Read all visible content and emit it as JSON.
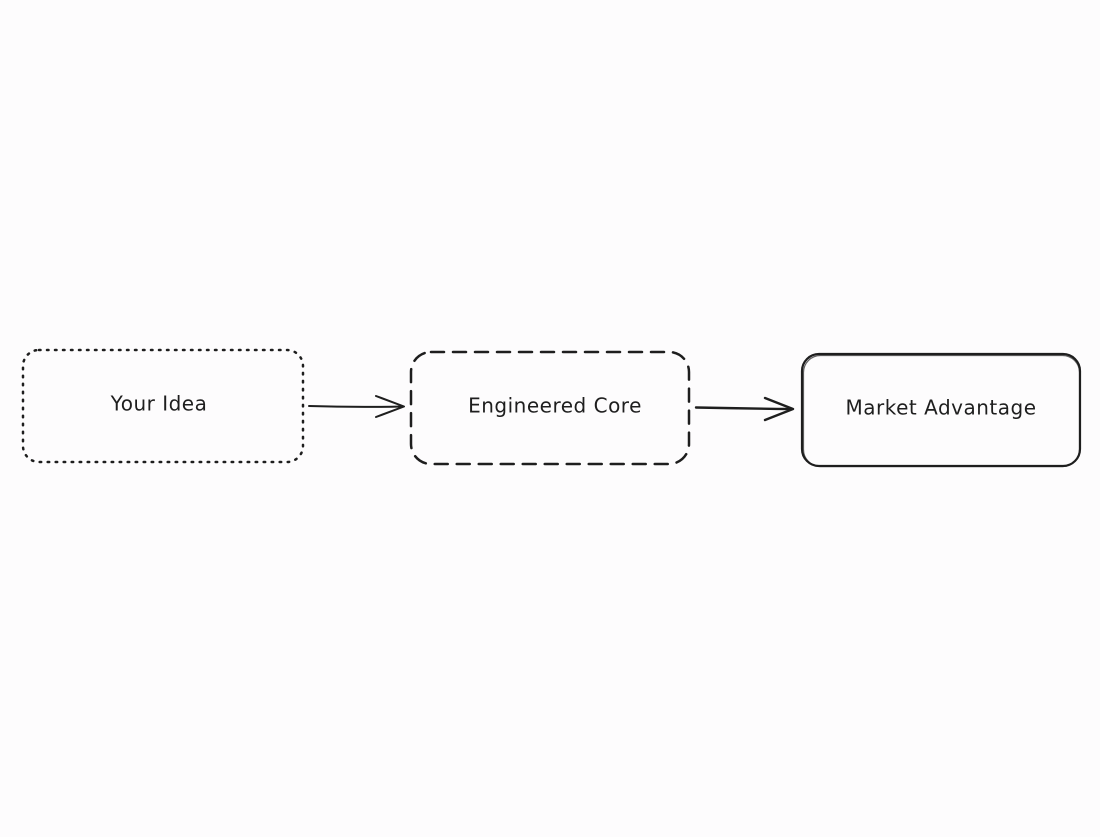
{
  "diagram": {
    "nodes": [
      {
        "id": "your-idea",
        "label": "Your Idea",
        "border": "dotted"
      },
      {
        "id": "engineered-core",
        "label": "Engineered Core",
        "border": "dashed"
      },
      {
        "id": "market-advantage",
        "label": "Market Advantage",
        "border": "solid"
      }
    ],
    "edges": [
      {
        "from": "your-idea",
        "to": "engineered-core"
      },
      {
        "from": "engineered-core",
        "to": "market-advantage"
      }
    ]
  }
}
